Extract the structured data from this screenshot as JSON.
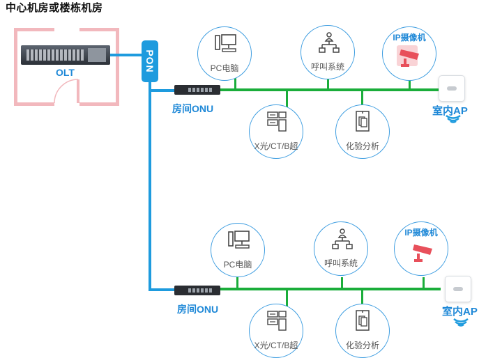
{
  "title": "中心机房或楼栋机房",
  "olt_label": "OLT",
  "pon_label": "PON",
  "colors": {
    "fiber": "#1e9bde",
    "ethernet": "#1aad3a",
    "label_blue": "#1e88d7",
    "room_wall": "#f2b8bd",
    "camera": "#e8505b"
  },
  "branches": [
    {
      "onu_label": "房间ONU",
      "top_devices": [
        {
          "label": "PC电脑",
          "icon": "pc-icon"
        },
        {
          "label": "呼叫系统",
          "icon": "call-system-icon"
        },
        {
          "label": "IP摄像机",
          "icon": "camera-icon"
        }
      ],
      "bottom_devices": [
        {
          "label": "X光/CT/B超",
          "icon": "xray-ct-icon"
        },
        {
          "label": "化验分析",
          "icon": "lab-analysis-icon"
        }
      ],
      "ap_label": "室内AP"
    },
    {
      "onu_label": "房间ONU",
      "top_devices": [
        {
          "label": "PC电脑",
          "icon": "pc-icon"
        },
        {
          "label": "呼叫系统",
          "icon": "call-system-icon"
        },
        {
          "label": "IP摄像机",
          "icon": "camera-icon"
        }
      ],
      "bottom_devices": [
        {
          "label": "X光/CT/B超",
          "icon": "xray-ct-icon"
        },
        {
          "label": "化验分析",
          "icon": "lab-analysis-icon"
        }
      ],
      "ap_label": "室内AP"
    }
  ]
}
